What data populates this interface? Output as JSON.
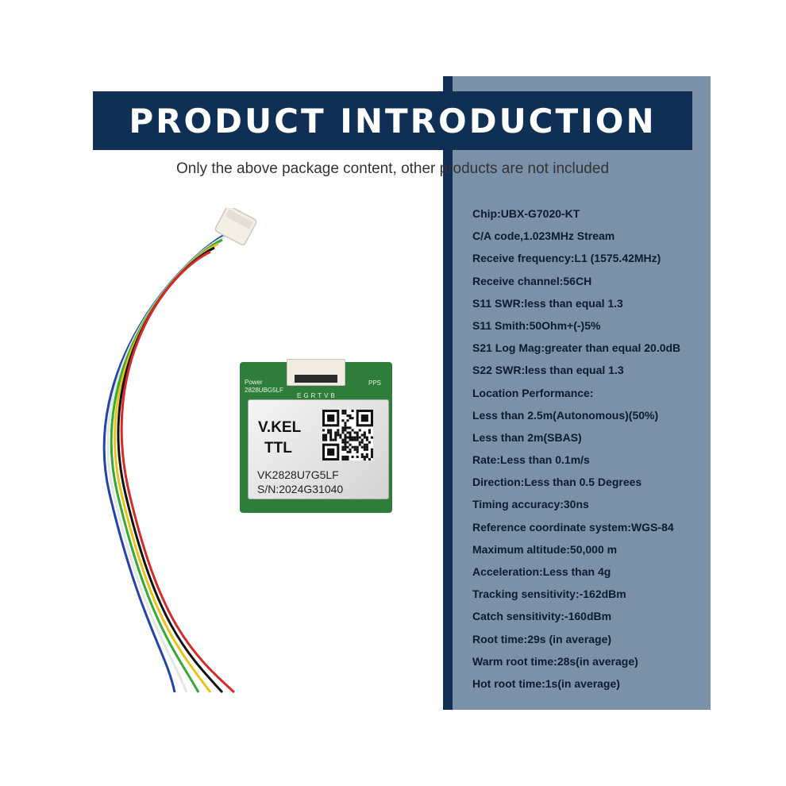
{
  "banner": {
    "title": "PRODUCT INTRODUCTION",
    "subtitle": "Only the above package content, other products are not included"
  },
  "module": {
    "power_label": "Power",
    "model_silk": "2828UBG5LF",
    "pps_label": "PPS",
    "pin_labels": "EGRTVB",
    "brand": "V.KEL",
    "interface": "TTL",
    "model": "VK2828U7G5LF",
    "serial": "S/N:2024G31040"
  },
  "specs": [
    "Chip:UBX-G7020-KT",
    "C/A code,1.023MHz Stream",
    "Receive frequency:L1 (1575.42MHz)",
    "Receive channel:56CH",
    "S11 SWR:less than equal 1.3",
    "S11 Smith:50Ohm+(-)5%",
    "S21 Log Mag:greater than equal 20.0dB",
    "S22 SWR:less than equal 1.3",
    "Location Performance:",
    "Less than 2.5m(Autonomous)(50%)",
    "Less than 2m(SBAS)",
    "Rate:Less than 0.1m/s",
    "Direction:Less than 0.5 Degrees",
    "Timing accuracy:30ns",
    "Reference coordinate system:WGS-84",
    "Maximum altitude:50,000 m",
    "Acceleration:Less than 4g",
    "Tracking sensitivity:-162dBm",
    "Catch sensitivity:-160dBm",
    "Root time:29s (in average)",
    "Warm root time:28s(in average)",
    "Hot root time:1s(in average)"
  ],
  "colors": {
    "navy": "#0f2f55",
    "panel": "#7b91a8",
    "pcb": "#2f7d3a"
  },
  "cable_colors": [
    "#2244aa",
    "#ffffff",
    "#33aa33",
    "#e8c41a",
    "#111111",
    "#d42a2a"
  ]
}
